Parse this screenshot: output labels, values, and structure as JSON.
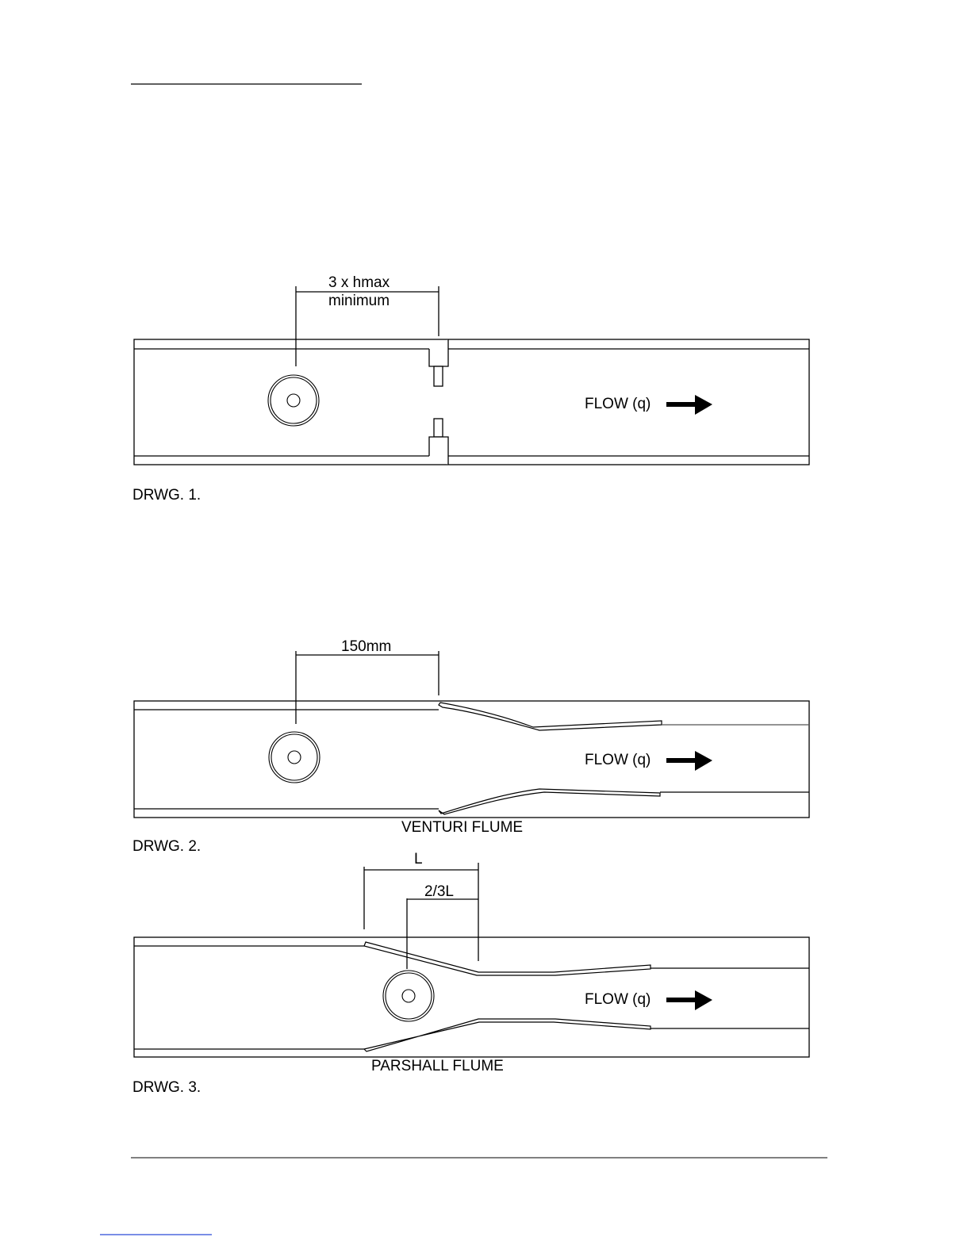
{
  "drawing1": {
    "dimension_label_line1": "3 x hmax",
    "dimension_label_line2": "minimum",
    "flow_label": "FLOW (q)",
    "caption": "DRWG. 1."
  },
  "drawing2": {
    "dimension_label": "150mm",
    "flow_label": "FLOW (q)",
    "flume_label": "VENTURI FLUME",
    "caption": "DRWG. 2."
  },
  "drawing3": {
    "dimension_label_outer": "L",
    "dimension_label_inner": "2/3L",
    "flow_label": "FLOW (q)",
    "flume_label": "PARSHALL FLUME",
    "caption": "DRWG. 3."
  }
}
